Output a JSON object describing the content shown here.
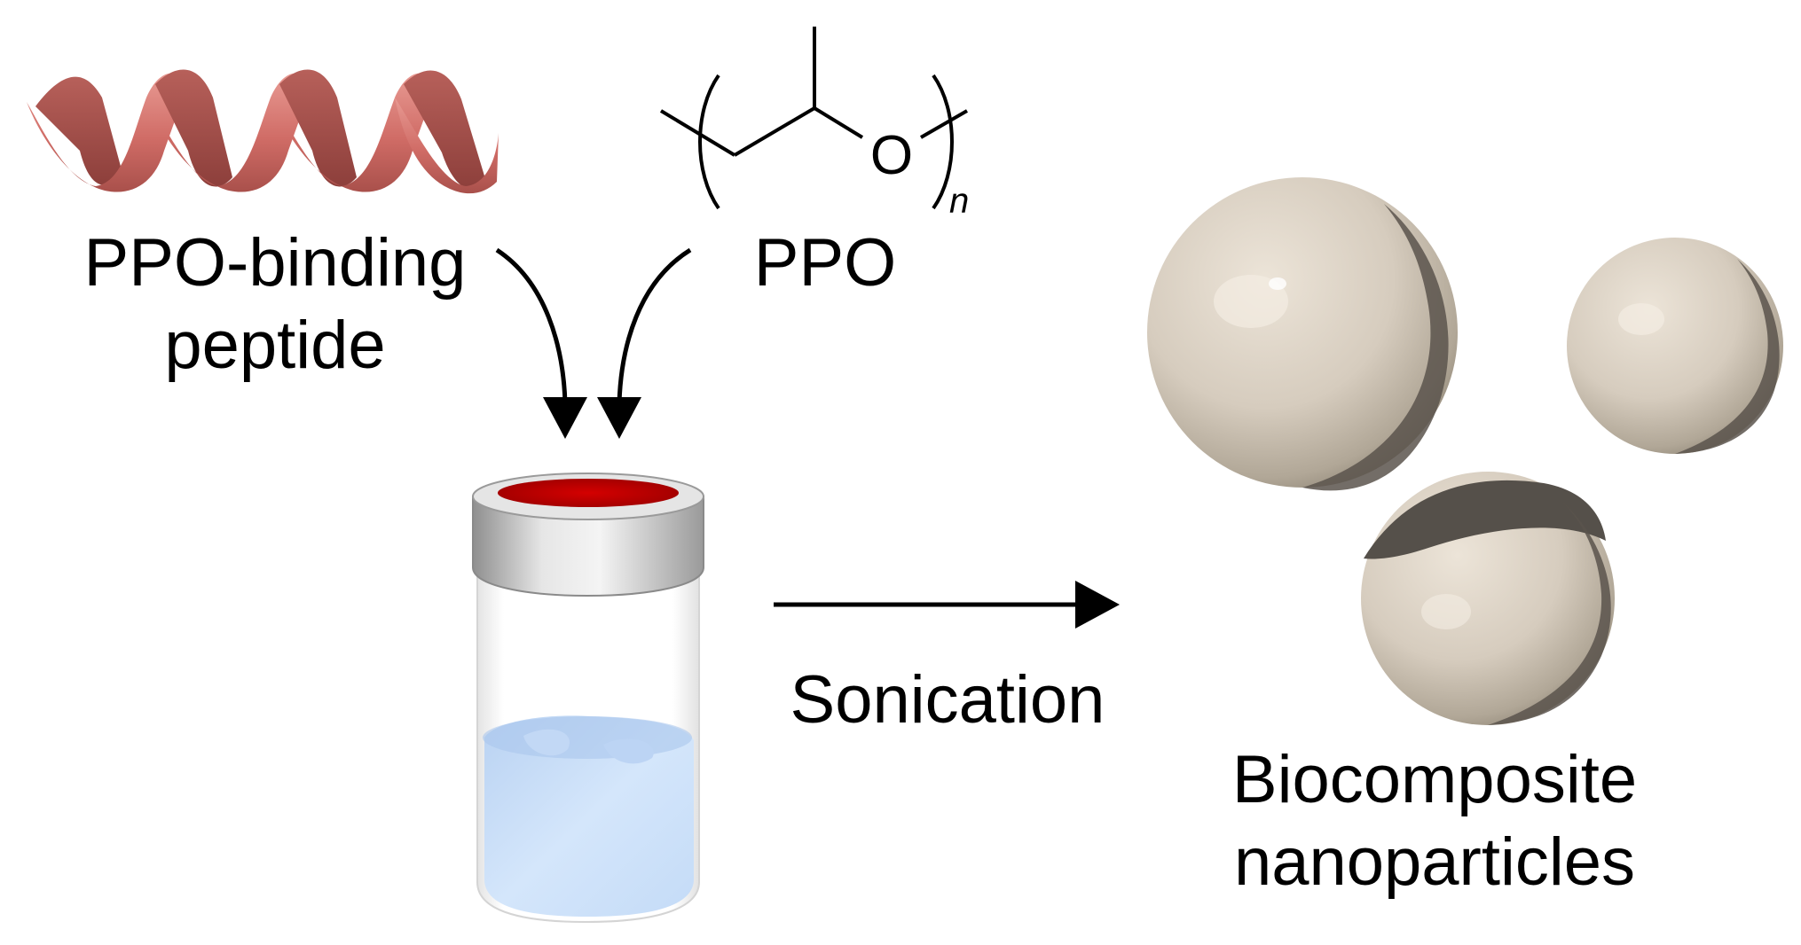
{
  "labels": {
    "peptide_line1": "PPO-binding",
    "peptide_line2": "peptide",
    "polymer": "PPO",
    "process": "Sonication",
    "product_line1": "Biocomposite",
    "product_line2": "nanoparticles"
  },
  "structure": {
    "oxygen": "O",
    "repeat_subscript": "n"
  },
  "colors": {
    "helix": "#d87670",
    "vial_cap_top": "#cc0000",
    "vial_cap_side": "#bdbdbd",
    "liquid": "#cfe3fb",
    "particle": "#d7cdbf",
    "particle_shadow": "#55504a",
    "ink": "#000000"
  },
  "icons": [
    "helix-ribbon",
    "vial",
    "sphere",
    "arrow"
  ]
}
